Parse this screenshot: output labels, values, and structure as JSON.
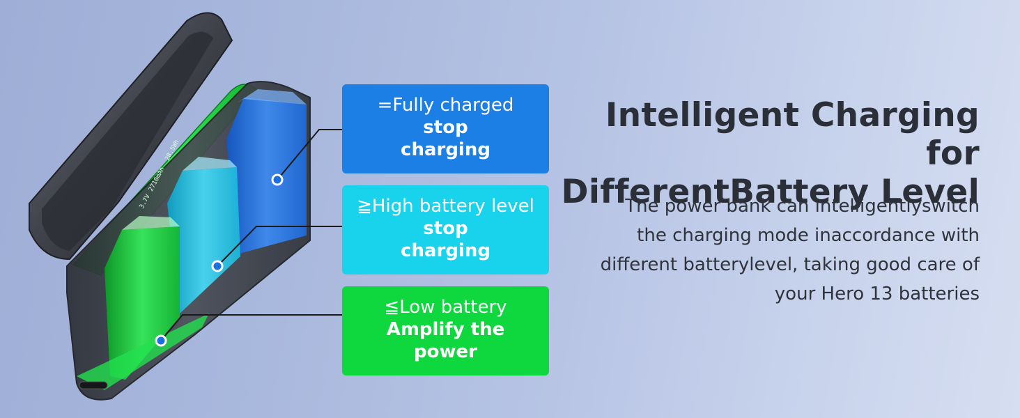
{
  "callouts": [
    {
      "id": "fully",
      "symbol": "=",
      "title": "Fully charged",
      "action": "stop\ncharging",
      "color": "#1c7fe6"
    },
    {
      "id": "high",
      "symbol": "≧",
      "title": "High battery level",
      "action": "stop\ncharging",
      "color": "#19d3ec"
    },
    {
      "id": "low",
      "symbol": "≦",
      "title": "Low battery",
      "action": "Amplify the\npower",
      "color": "#0fd83e"
    }
  ],
  "headline": {
    "line1": "Intelligent Charging for",
    "line2": "DifferentBattery Level"
  },
  "description": [
    "The power bank can intelligentlyswitch",
    "the charging mode inaccordance with",
    "different batterylevel, taking good care of",
    "your Hero 13 batteries"
  ],
  "battery_labels": {
    "voltage": "3.7V",
    "capacity": "2710mAh",
    "energy": "28.5Wh"
  },
  "colors": {
    "fully_charged": "#1c7fe6",
    "high_level": "#19d3ec",
    "low_battery": "#0fd83e",
    "case_shell": "#3a3d44",
    "text_dark": "#2a2f38"
  }
}
